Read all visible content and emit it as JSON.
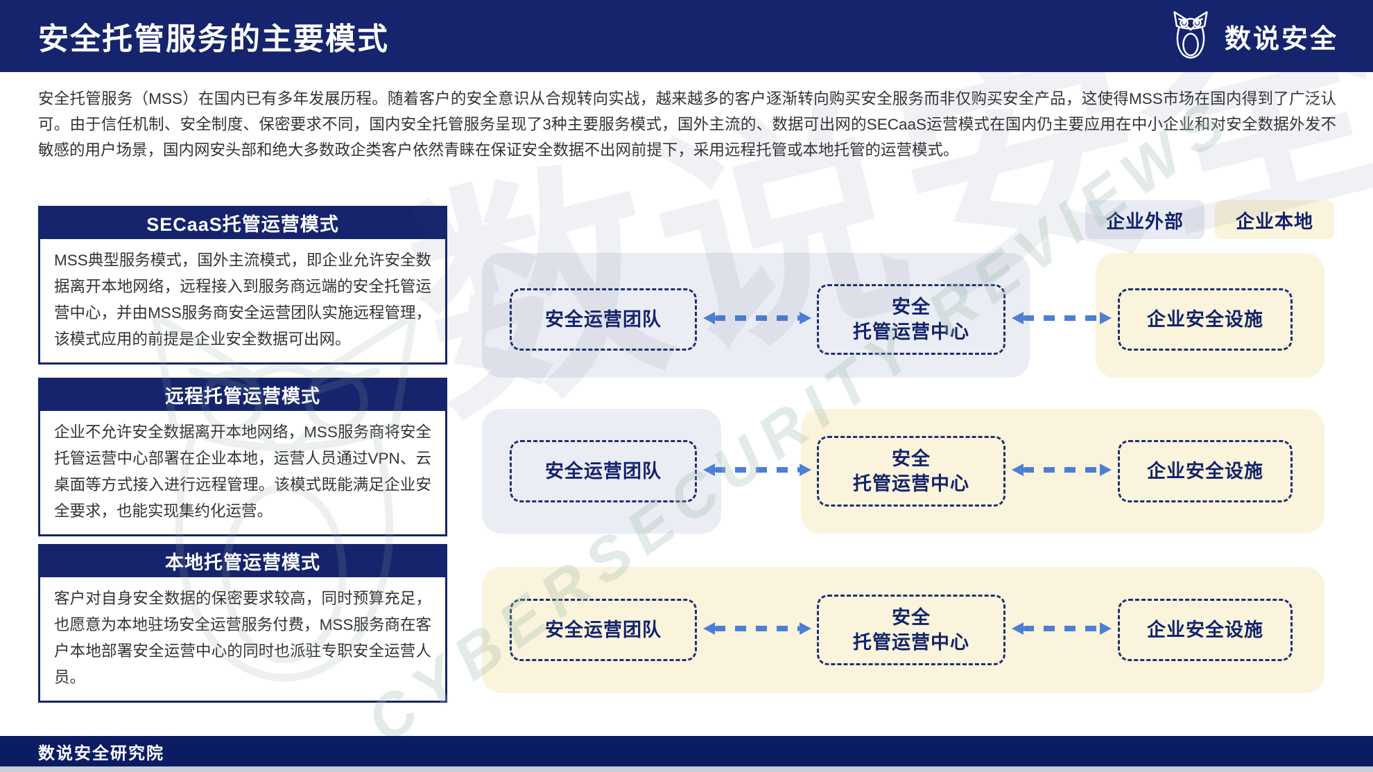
{
  "header": {
    "title": "安全托管服务的主要模式",
    "brand": "数说安全"
  },
  "intro": {
    "text": "安全托管服务（MSS）在国内已有多年发展历程。随着客户的安全意识从合规转向实战，越来越多的客户逐渐转向购买安全服务而非仅购买安全产品，这使得MSS市场在国内得到了广泛认可。由于信任机制、安全制度、保密要求不同，国内安全托管服务呈现了3种主要服务模式，国外主流的、数据可出网的SECaaS运营模式在国内仍主要应用在中小企业和对安全数据外发不敏感的用户场景，国内网安头部和绝大多数政企类客户依然青睐在保证安全数据不出网前提下，采用远程托管或本地托管的运营模式。"
  },
  "modes": [
    {
      "title": "SECaaS托管运营模式",
      "body": "MSS典型服务模式，国外主流模式，即企业允许安全数据离开本地网络，远程接入到服务商远端的安全托管运营中心，并由MSS服务商安全运营团队实施远程管理，该模式应用的前提是企业安全数据可出网。"
    },
    {
      "title": "远程托管运营模式",
      "body": "企业不允许安全数据离开本地网络，MSS服务商将安全托管运营中心部署在企业本地，运营人员通过VPN、云桌面等方式接入进行远程管理。该模式既能满足企业安全要求，也能实现集约化运营。"
    },
    {
      "title": "本地托管运营模式",
      "body": "客户对自身安全数据的保密要求较高，同时预算充足，也愿意为本地驻场安全运营服务付费，MSS服务商在客户本地部署安全运营中心的同时也派驻专职安全运营人员。"
    }
  ],
  "legend": {
    "external": "企业外部",
    "local": "企业本地"
  },
  "diagram": {
    "nodes": {
      "team": "安全运营团队",
      "center_line1": "安全",
      "center_line2": "托管运营中心",
      "facility": "企业安全设施"
    }
  },
  "watermark": {
    "brand_text": "数说安全",
    "en_text": "CYBERSECURITY REVIEWS"
  },
  "footer": {
    "text": "数说安全研究院"
  },
  "colors": {
    "navy": "#15246d",
    "footer_navy": "#0c1c63",
    "zone_gray": "#ebedf4",
    "zone_cream": "#fbf4dc",
    "node_border": "#1e3070",
    "node_text": "#13236b",
    "arrow_blue": "#4b7fd6",
    "body_text": "#333333"
  }
}
